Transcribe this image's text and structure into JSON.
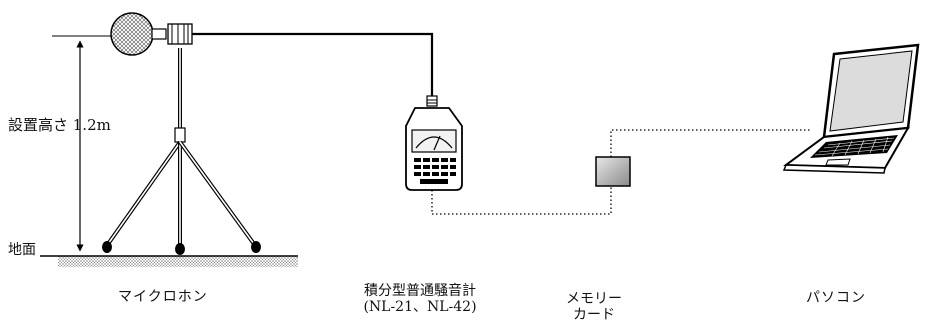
{
  "labels": {
    "installation_height": "設置高さ 1.2m",
    "ground": "地面"
  },
  "captions": {
    "microphone": "マイクロホン",
    "sound_level_meter_line1": "積分型普通騒音計",
    "sound_level_meter_line2": "(NL-21、NL-42)",
    "memory_card_line1": "メモリー",
    "memory_card_line2": "カード",
    "computer": "パソコン"
  },
  "colors": {
    "line": "#000000",
    "hatch": "#9a9a9a",
    "screen": "#dcdcdc"
  },
  "icons": {
    "microphone": "microphone-icon",
    "tripod": "tripod-icon",
    "sound_level_meter": "sound-level-meter-icon",
    "memory_card": "memory-card-icon",
    "computer": "laptop-icon"
  }
}
